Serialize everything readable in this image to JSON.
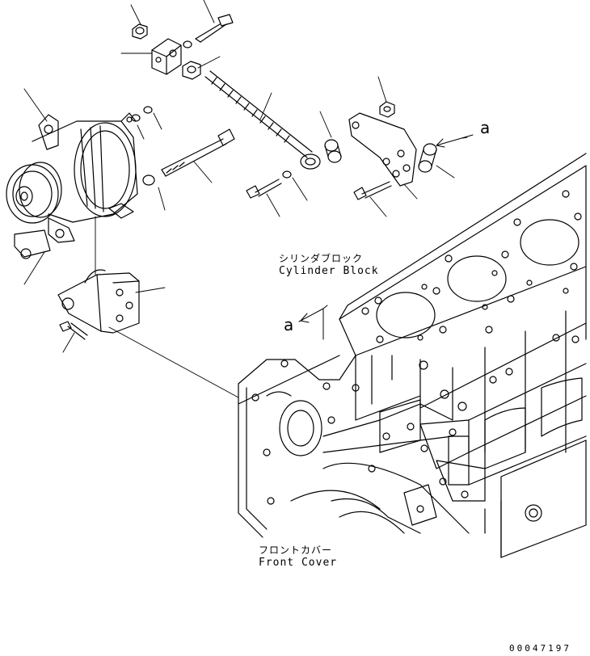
{
  "labels": {
    "cylinder_block_jp": "シリンダブロック",
    "cylinder_block_en": "Cylinder Block",
    "front_cover_jp": "フロントカバー",
    "front_cover_en": "Front Cover",
    "view_ref_top": "a",
    "view_ref_block": "a",
    "drawing_number": "00047197"
  },
  "colors": {
    "line": "#000000",
    "background": "#ffffff"
  }
}
